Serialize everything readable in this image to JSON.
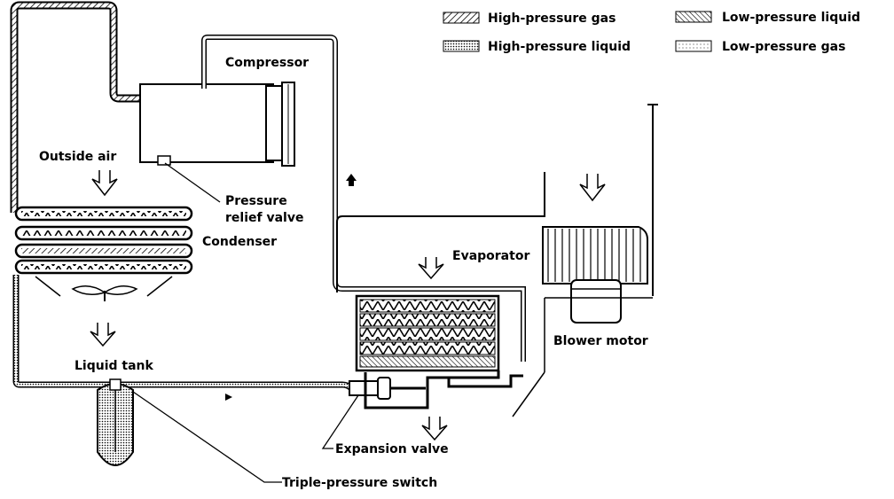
{
  "diagram": {
    "legend": {
      "high_pressure_gas": "High-pressure gas",
      "high_pressure_liquid": "High-pressure liquid",
      "low_pressure_liquid": "Low-pressure liquid",
      "low_pressure_gas": "Low-pressure gas"
    },
    "labels": {
      "compressor": "Compressor",
      "outside_air": "Outside air",
      "pressure_relief_line1": "Pressure",
      "pressure_relief_line2": "relief valve",
      "condenser": "Condenser",
      "evaporator": "Evaporator",
      "blower_motor": "Blower motor",
      "liquid_tank": "Liquid tank",
      "expansion_valve": "Expansion valve",
      "triple_pressure_switch": "Triple-pressure switch"
    }
  }
}
